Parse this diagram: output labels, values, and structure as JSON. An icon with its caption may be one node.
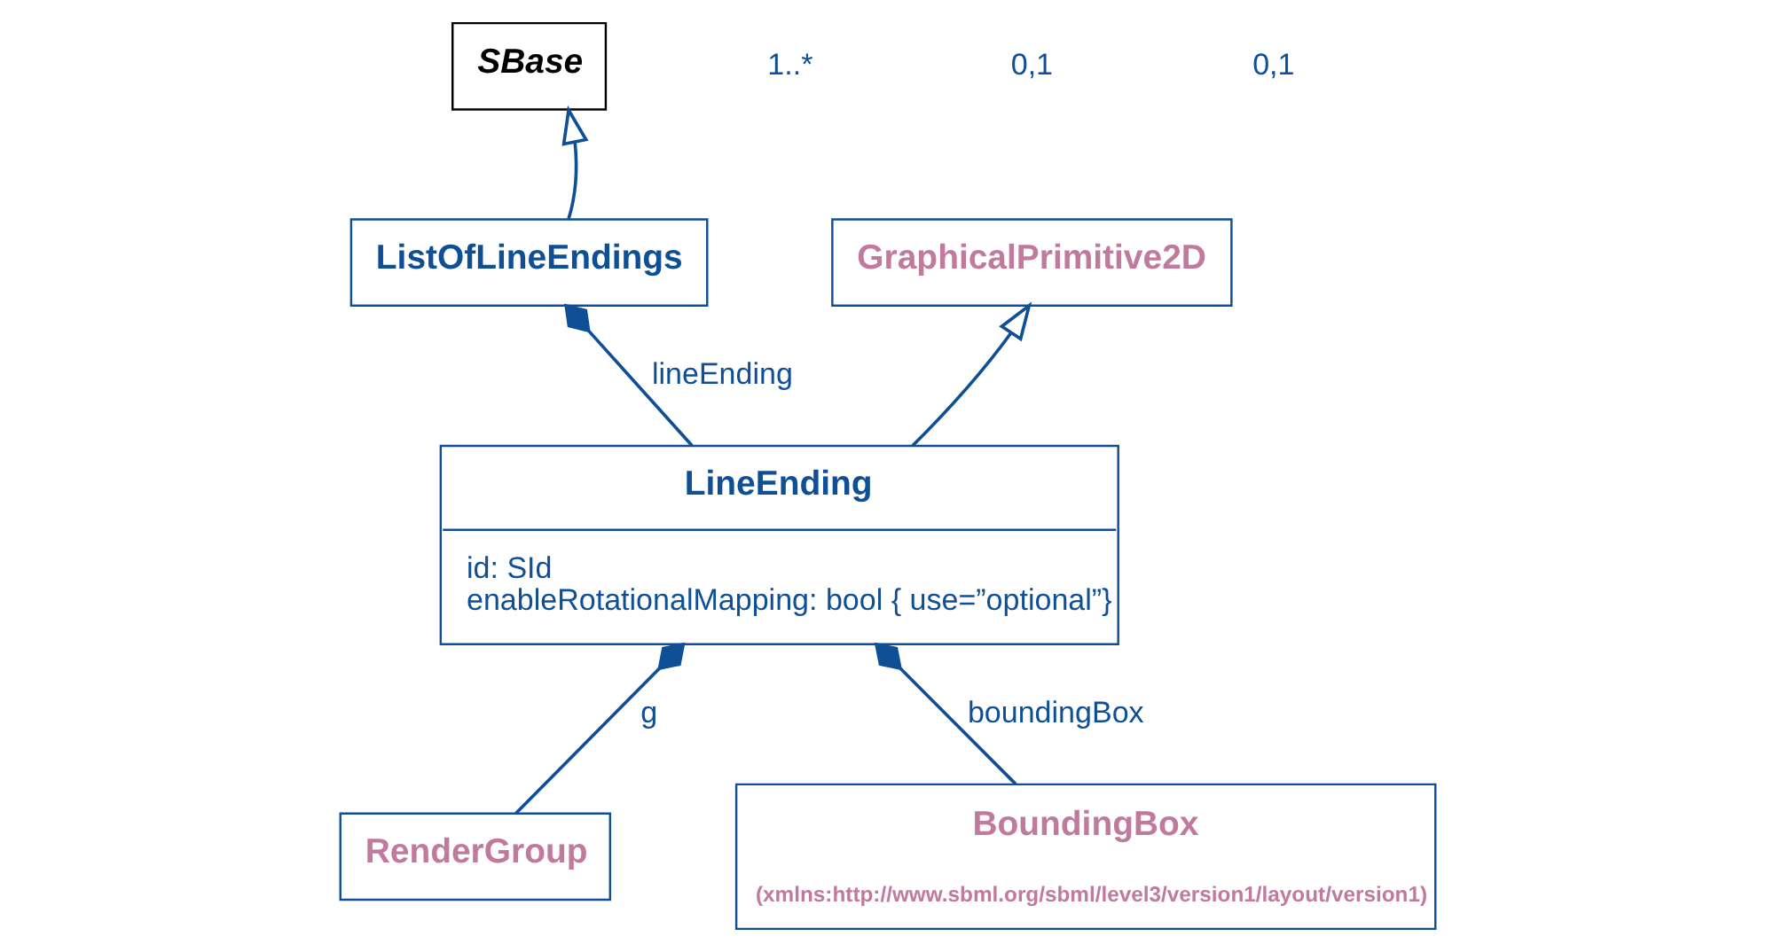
{
  "diagram": {
    "nodes": [
      {
        "text": [
          "SBase"
        ]
      },
      {
        "text": [
          "GraphicalPrimitive2D"
        ]
      },
      {
        "text": [
          "ListOfLineEndings"
        ]
      },
      {
        "text": [
          "LineEnding",
          "id: SId",
          "enableRotationalMapping: bool { use=”optional”}"
        ]
      },
      {
        "text": [
          "RenderGroup"
        ]
      },
      {
        "text": [
          "BoundingBox",
          "(xmlns:http://www.sbml.org/sbml/level3/version1/layout/version1)"
        ]
      }
    ],
    "edges": [
      {
        "from": 2,
        "to": 0,
        "arrow": "to"
      },
      {
        "from": 3,
        "to": 1,
        "arrow": "to"
      },
      {
        "from": 2,
        "to": 3,
        "arrow": "other",
        "label": "lineEnding"
      },
      {
        "from": 3,
        "to": 4,
        "arrow": "other",
        "label": "g"
      },
      {
        "from": 3,
        "to": 5,
        "arrow": "other",
        "label": "boundingBox"
      }
    ],
    "labels": [
      "1..*",
      "0,1",
      "0,1"
    ]
  }
}
